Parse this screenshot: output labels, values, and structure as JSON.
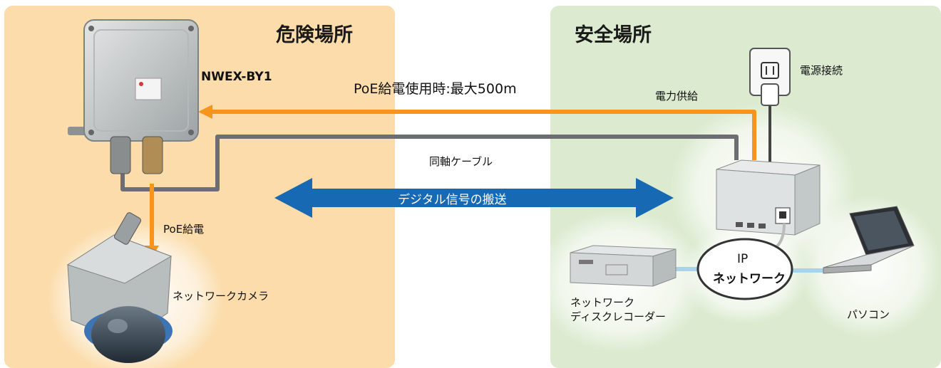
{
  "zones": {
    "danger": {
      "title": "危険場所"
    },
    "safe": {
      "title": "安全場所"
    }
  },
  "devices": {
    "converter_model": "NWEX-BY1",
    "camera": "ネットワークカメラ",
    "recorder": "ネットワーク\nディスクレコーダー",
    "pc": "パソコン",
    "network": {
      "line1": "IP",
      "line2": "ネットワーク"
    },
    "power_outlet": "電源接続"
  },
  "links": {
    "poe_distance": "PoE給電使用時:最大500m",
    "power_supply": "電力供給",
    "coax_cable": "同軸ケーブル",
    "poe_feed": "PoE給電",
    "digital_signal": "デジタル信号の搬送"
  },
  "colors": {
    "danger_zone": "#fbdcaa",
    "safe_zone": "#dcebd0",
    "poe_line": "#f7941d",
    "coax_line": "#6d6e71",
    "signal_arrow": "#1769b3"
  }
}
